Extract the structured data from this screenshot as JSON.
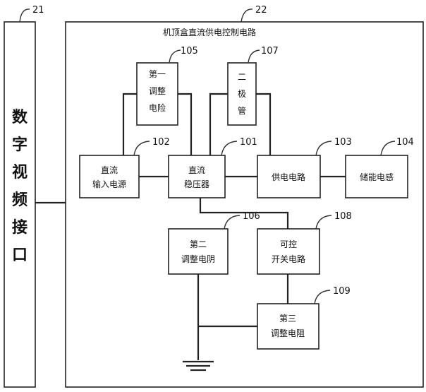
{
  "refs": {
    "port": "21",
    "controller": "22",
    "adjust1": "105",
    "diode": "107",
    "input_power": "102",
    "regulator": "101",
    "supply": "103",
    "inductor": "104",
    "adjust2": "106",
    "switch": "108",
    "adjust3": "109"
  },
  "labels": {
    "controller_title": "机顶盒直流供电控制电路",
    "port": [
      "数",
      "字",
      "视",
      "频",
      "接",
      "口"
    ],
    "adjust1": [
      "第一",
      "调整",
      "电险"
    ],
    "diode": [
      "二",
      "极",
      "管"
    ],
    "input_power": [
      "直流",
      "输入电源"
    ],
    "regulator": [
      "直流",
      "稳压器"
    ],
    "supply": [
      "供电电路"
    ],
    "inductor": [
      "储能电感"
    ],
    "adjust2": [
      "第二",
      "调整电阴"
    ],
    "switch": [
      "可控",
      "开关电路"
    ],
    "adjust3": [
      "第三",
      "调整电阻"
    ]
  }
}
